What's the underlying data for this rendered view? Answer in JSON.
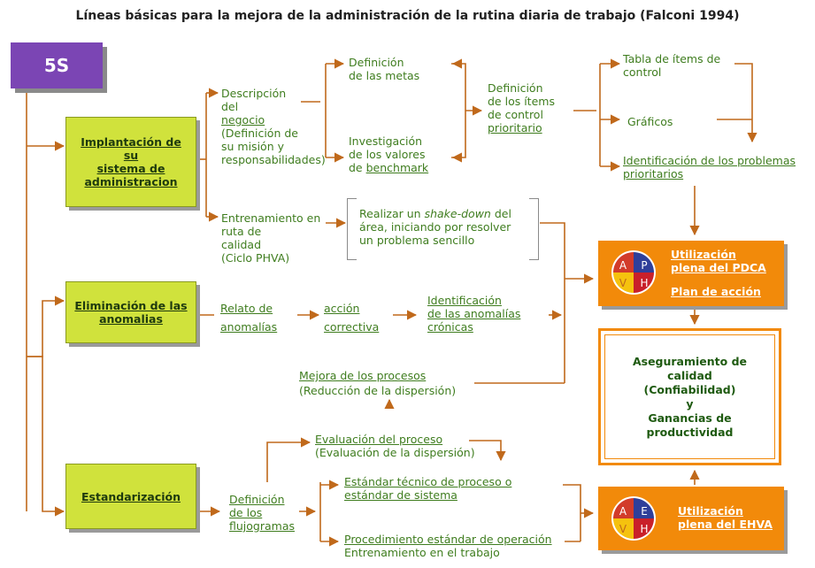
{
  "title": "Líneas básicas para la mejora de la administración de la rutina diaria de trabajo (Falconi 1994)",
  "root": {
    "label": "5S"
  },
  "pillars": {
    "implantacion": "Implantación de\nsu\nsistema de\nadministracion",
    "eliminacion": "Eliminación de las\nanomalias",
    "estandarizacion": "Estandarización"
  },
  "nodes": {
    "descripcion_a": "Descripción\ndel",
    "descripcion_b": "negocio",
    "descripcion_c": "(Definición de\nsu misión y\nresponsabilidades)",
    "entrenamiento": "Entrenamiento en\nruta de\ncalidad\n(Ciclo PHVA)",
    "def_metas": "Definición\nde las metas",
    "investigacion_a": "Investigación\nde los valores\nde",
    "investigacion_b": "benchmark",
    "def_items_a": "Definición\nde los ítems\nde control",
    "def_items_b": "prioritario",
    "tabla_items": "Tabla de ítems de\ncontrol",
    "graficos": "Gráficos",
    "identificacion_problemas": "Identificación de los problemas\nprioritarios",
    "shake_a": "Realizar un ",
    "shake_b": "shake-down",
    "shake_c": " del\nárea, iniciando por resolver\nun problema sencillo",
    "relato": "Relato de\nanomalías",
    "accion": "acción\ncorrectiva",
    "identificacion_cronicas": "Identificación\nde las anomalías\ncrónicas",
    "mejora_a": "Mejora de los procesos",
    "mejora_b": "(Reducción de la dispersión)",
    "evaluacion_a": "Evaluación del proceso",
    "evaluacion_b": "(Evaluación de la dispersión)",
    "definicion_flujo": "Definición\nde los\nflujogramas",
    "estandar_tecnico": "Estándar técnico de proceso o\nestándar de sistema",
    "procedimiento_a": "Procedimiento estándar de operación",
    "procedimiento_b": "Entrenamiento en el trabajo"
  },
  "pdca": {
    "label": "Utilización\nplena del PDCA",
    "plan": "Plan de acción",
    "quadrants": [
      "A",
      "P",
      "V",
      "H"
    ]
  },
  "ehva": {
    "label": "Utilización\nplena del EHVA",
    "quadrants": [
      "A",
      "E",
      "V",
      "H"
    ]
  },
  "result": "Aseguramiento de\ncalidad\n(Confiabilidad)\ny\nGanancias de\nproductividad",
  "colors": {
    "arrow": "#c0691b",
    "purple": "#7b45b4",
    "green_box": "#d0e23c",
    "orange": "#f28a0a",
    "text_green": "#3f7d1f",
    "q_red": "#d23b2a",
    "q_blue": "#2f3f9a",
    "q_yellow": "#f5c20e",
    "q_red2": "#c9202a"
  }
}
